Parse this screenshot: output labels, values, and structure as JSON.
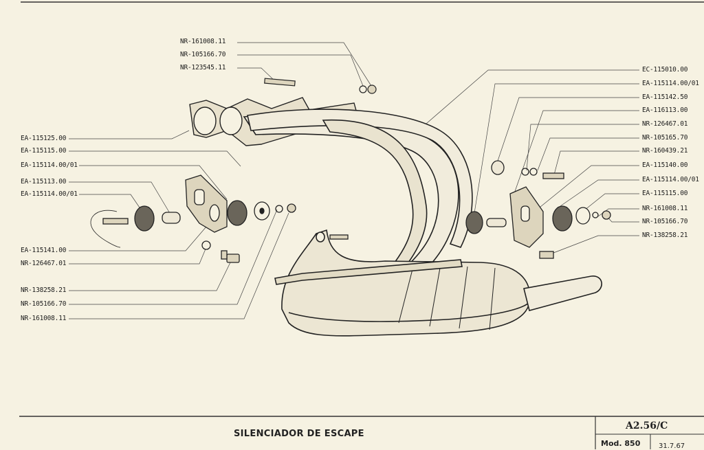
{
  "title": "SILENCIADOR DE ESCAPE",
  "sheet_code": "A2.56/C",
  "model": "Mod. 850",
  "date": "31.7.67",
  "part_labels": {
    "top": [
      "NR-161008.11",
      "NR-105166.70",
      "NR-123545.11"
    ],
    "left": [
      "EA-115125.00",
      "EA-115115.00",
      "EA-115114.00/01",
      "EA-115113.00",
      "EA-115114.00/01",
      "EA-115141.00",
      "NR-126467.01",
      "NR-138258.21",
      "NR-105166.70",
      "NR-161008.11"
    ],
    "right": [
      "EC-115010.00",
      "EA-115114.00/01",
      "EA-115142.50",
      "EA-116113.00",
      "NR-126467.01",
      "NR-105165.70",
      "NR-160439.21",
      "EA-115140.00",
      "EA-115114.00/01",
      "EA-115115.00",
      "NR-161008.11",
      "NR-105166.70",
      "NR-138258.21"
    ]
  }
}
